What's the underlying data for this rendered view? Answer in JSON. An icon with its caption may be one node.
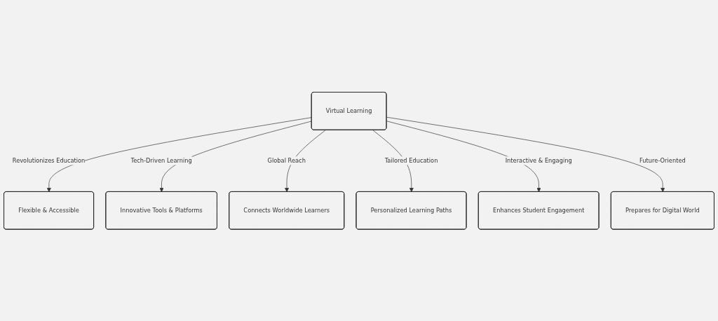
{
  "diagram": {
    "nodes": [
      {
        "text": [
          "Virtual Learning"
        ]
      },
      {
        "text": [
          "Flexible & Accessible"
        ]
      },
      {
        "text": [
          "Innovative Tools & Platforms"
        ]
      },
      {
        "text": [
          "Connects Worldwide Learners"
        ]
      },
      {
        "text": [
          "Personalized Learning Paths"
        ]
      },
      {
        "text": [
          "Enhances Student Engagement"
        ]
      },
      {
        "text": [
          "Prepares for Digital World"
        ]
      }
    ],
    "edges": [
      {
        "from": 0,
        "to": 1,
        "arrow": "to",
        "label": "Revolutionizes Education"
      },
      {
        "from": 0,
        "to": 2,
        "arrow": "to",
        "label": "Tech-Driven Learning"
      },
      {
        "from": 0,
        "to": 3,
        "arrow": "to",
        "label": "Global Reach"
      },
      {
        "from": 0,
        "to": 4,
        "arrow": "to",
        "label": "Tailored Education"
      },
      {
        "from": 0,
        "to": 5,
        "arrow": "to",
        "label": "Interactive & Engaging"
      },
      {
        "from": 0,
        "to": 6,
        "arrow": "to",
        "label": "Future-Oriented"
      }
    ]
  }
}
